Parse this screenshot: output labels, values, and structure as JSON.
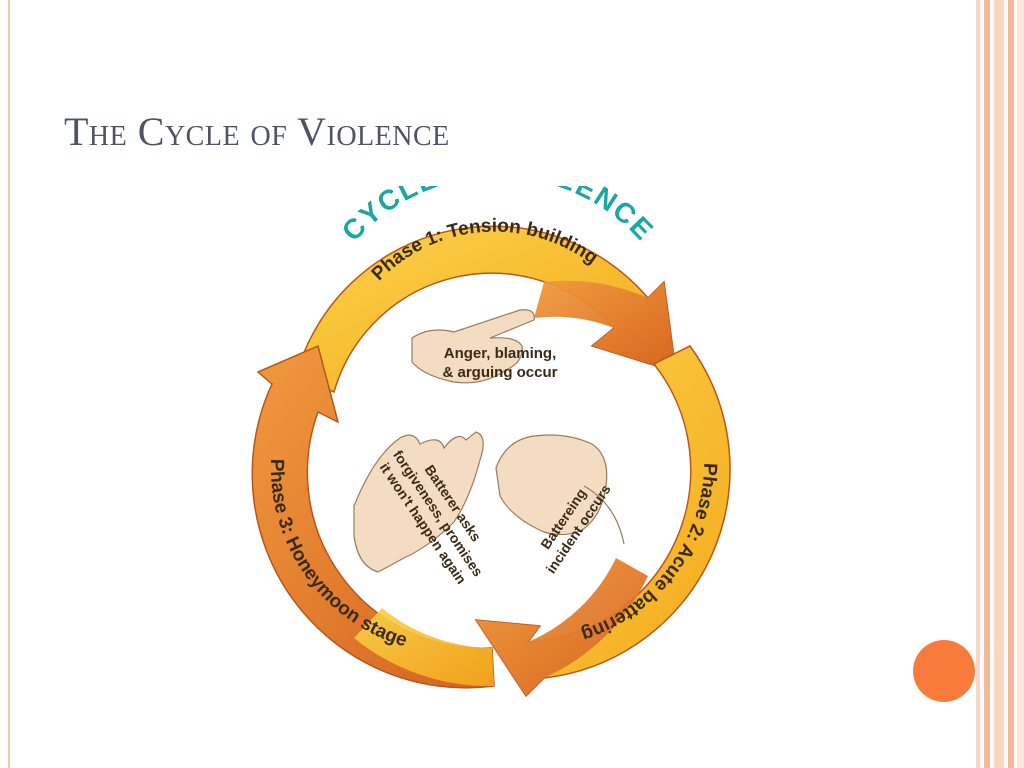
{
  "slide": {
    "title": "The Cycle of Violence"
  },
  "diagram": {
    "heading": "CYCLE OF VIOLENCE",
    "phases": [
      {
        "label": "Phase 1: Tension building"
      },
      {
        "label": "Phase 2: Acute battering"
      },
      {
        "label": "Phase 3: Honeymoon stage"
      }
    ],
    "inner": {
      "phase1_line1": "Anger, blaming,",
      "phase1_line2": "& arguing occur",
      "phase2_line1": "Battereing",
      "phase2_line2": "incident occurs",
      "phase3_line1": "Batterer asks",
      "phase3_line2": "forgiveness, promises",
      "phase3_line3": "it won't happen again"
    },
    "colors": {
      "heading": "#1aa6a2",
      "ring_yellow": "#f7b21b",
      "ring_orange": "#e0782d",
      "ring_outline": "#b7561d",
      "text_dark": "#3a2a18",
      "accent_dot": "#f97b3c"
    }
  }
}
